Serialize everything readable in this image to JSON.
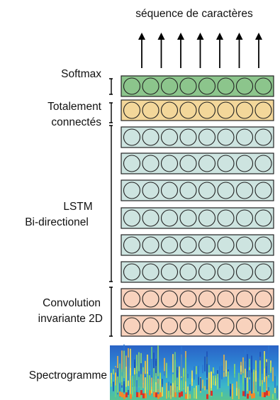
{
  "output_label": "séquence de caractères",
  "labels": {
    "softmax": "Softmax",
    "fc_line1": "Totalement",
    "fc_line2": "connectés",
    "lstm_line1": "LSTM",
    "lstm_line2": "Bi-directionel",
    "conv_line1": "Convolution",
    "conv_line2": "invariante 2D",
    "spectrogram": "Spectrogramme"
  },
  "layers": [
    {
      "group": "softmax",
      "fill": "#8cc58c",
      "units": 8
    },
    {
      "group": "fully_connected",
      "fill": "#f3d79a",
      "units": 8
    },
    {
      "group": "lstm",
      "fill": "#cde4e0",
      "units": 8
    },
    {
      "group": "lstm",
      "fill": "#cde4e0",
      "units": 8
    },
    {
      "group": "lstm",
      "fill": "#cde4e0",
      "units": 8
    },
    {
      "group": "lstm",
      "fill": "#cde4e0",
      "units": 8
    },
    {
      "group": "lstm",
      "fill": "#cde4e0",
      "units": 8
    },
    {
      "group": "lstm",
      "fill": "#cde4e0",
      "units": 8
    },
    {
      "group": "convolution",
      "fill": "#f8d2bd",
      "units": 8
    },
    {
      "group": "convolution",
      "fill": "#f8d2bd",
      "units": 8
    }
  ],
  "output_arrows": 7
}
